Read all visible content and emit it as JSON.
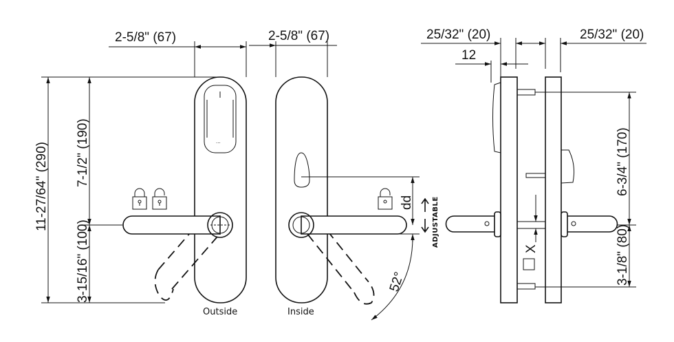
{
  "dimensions": {
    "outside_width": "2-5/8\" (67)",
    "inside_width": "2-5/8\" (67)",
    "total_height": "11-27/64\" (290)",
    "upper_height": "7-1/2\" (190)",
    "lower_height": "3-15/16\" (100)",
    "side_left_thickness": "25/32\" (20)",
    "side_right_thickness": "25/32\" (20)",
    "side_offset": "12",
    "screw_spacing_upper": "6-3/4\" (170)",
    "screw_spacing_lower": "3-1/8\" (80)",
    "dd": "dd",
    "angle": "52°",
    "spindle": "X",
    "adjustable": "ADJUSTABLE"
  },
  "labels": {
    "outside": "Outside",
    "inside": "Inside"
  }
}
